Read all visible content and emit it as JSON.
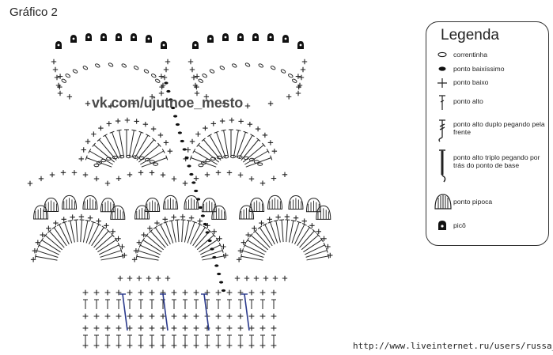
{
  "header": {
    "title": "Gráfico 2"
  },
  "watermark": "vk.com/ujutnoe_mesto",
  "footer": {
    "url": "http://www.liveinternet.ru/users/russa_n/"
  },
  "legend": {
    "title": "Legenda",
    "items": [
      {
        "icon": "chain-oval-icon",
        "label": "correntinha"
      },
      {
        "icon": "slip-stitch-dot-icon",
        "label": "ponto baixíssimo"
      },
      {
        "icon": "plus-cross-icon",
        "label": "ponto baixo"
      },
      {
        "icon": "t-stitch-icon",
        "label": "ponto alto"
      },
      {
        "icon": "front-post-double-icon",
        "label": "ponto alto duplo pegando pela frente"
      },
      {
        "icon": "back-post-triple-icon",
        "label": "ponto alto triplo pegando por trás do ponto de base"
      },
      {
        "icon": "popcorn-icon",
        "label": "ponto pipoca"
      },
      {
        "icon": "picot-icon",
        "label": "picô"
      }
    ]
  },
  "colors": {
    "ink": "#222222",
    "post_stitch_blue": "#2b3a8c",
    "background": "#ffffff"
  }
}
